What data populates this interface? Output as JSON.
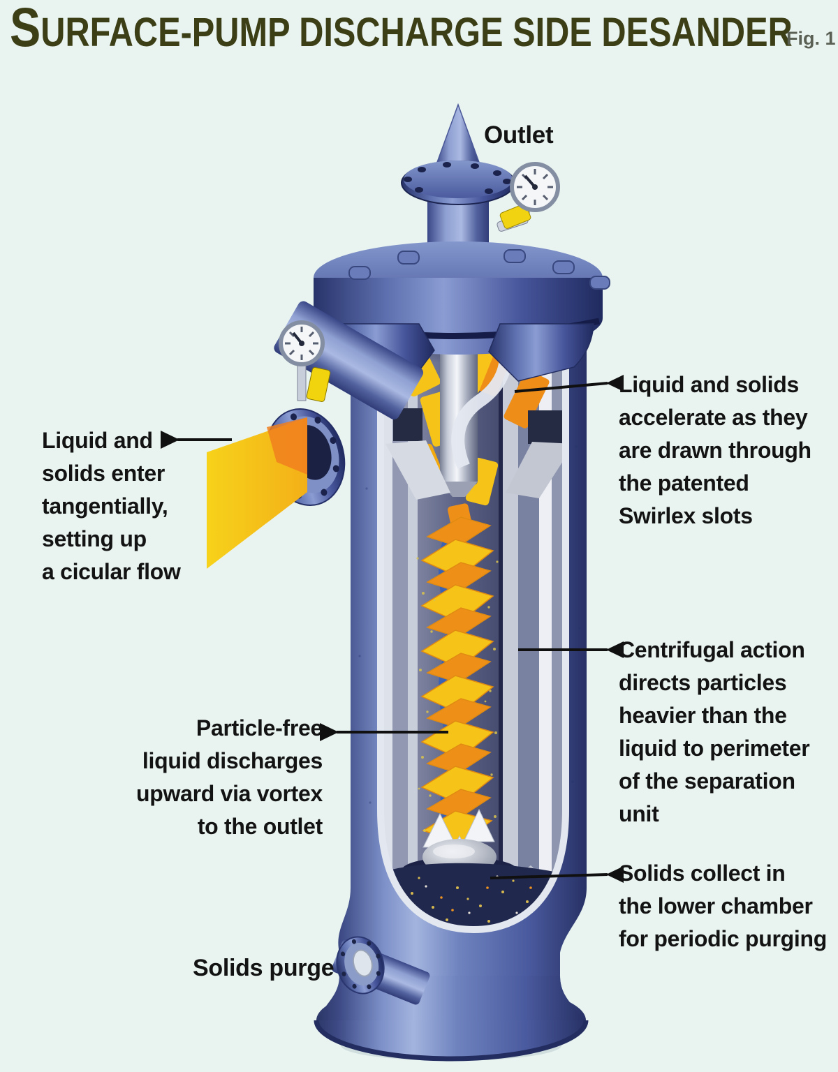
{
  "header": {
    "title": "SURFACE-PUMP DISCHARGE SIDE DESANDER",
    "figure_label": "Fig. 1"
  },
  "labels": {
    "outlet": "Outlet",
    "inlet": "Liquid and\nsolids enter\ntangentially,\nsetting up\na cicular flow",
    "swirlex": "Liquid and solids\naccelerate as they\nare drawn through\nthe patented\nSwirlex slots",
    "centrifugal": "Centrifugal action\ndirects particles\nheavier than the\nliquid to perimeter\nof the separation\nunit",
    "particle_free": "Particle-free\nliquid discharges\nupward via vortex\nto the outlet",
    "solids_collect": "Solids collect in\nthe lower chamber\nfor periodic purging",
    "solids_purge": "Solids purge"
  },
  "colors": {
    "background": "#e9f4f1",
    "title_text": "#3c3e16",
    "label_text": "#131313",
    "vessel_blue": "#5e73b5",
    "vessel_dark_blue": "#2c3768",
    "flow_yellow": "#f6c318",
    "flow_orange": "#ee8d18",
    "core_blue": "#3a62b4",
    "sand_navy": "#20284e"
  }
}
